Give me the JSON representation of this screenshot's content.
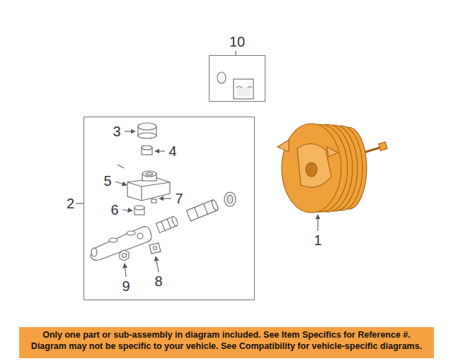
{
  "diagram": {
    "nodes": [
      {
        "text": [
          "10"
        ]
      },
      {
        "text": [
          "2"
        ]
      },
      {
        "text": [
          "Only one part or sub-assembly in diagram included. See Item Specifics for Reference #. Diagram may not be specific to your vehicle. See Compatibility for vehicle-specific diagrams."
        ]
      }
    ],
    "labels": [
      "3",
      "4",
      "5",
      "6",
      "7",
      "1",
      "8",
      "9"
    ]
  }
}
